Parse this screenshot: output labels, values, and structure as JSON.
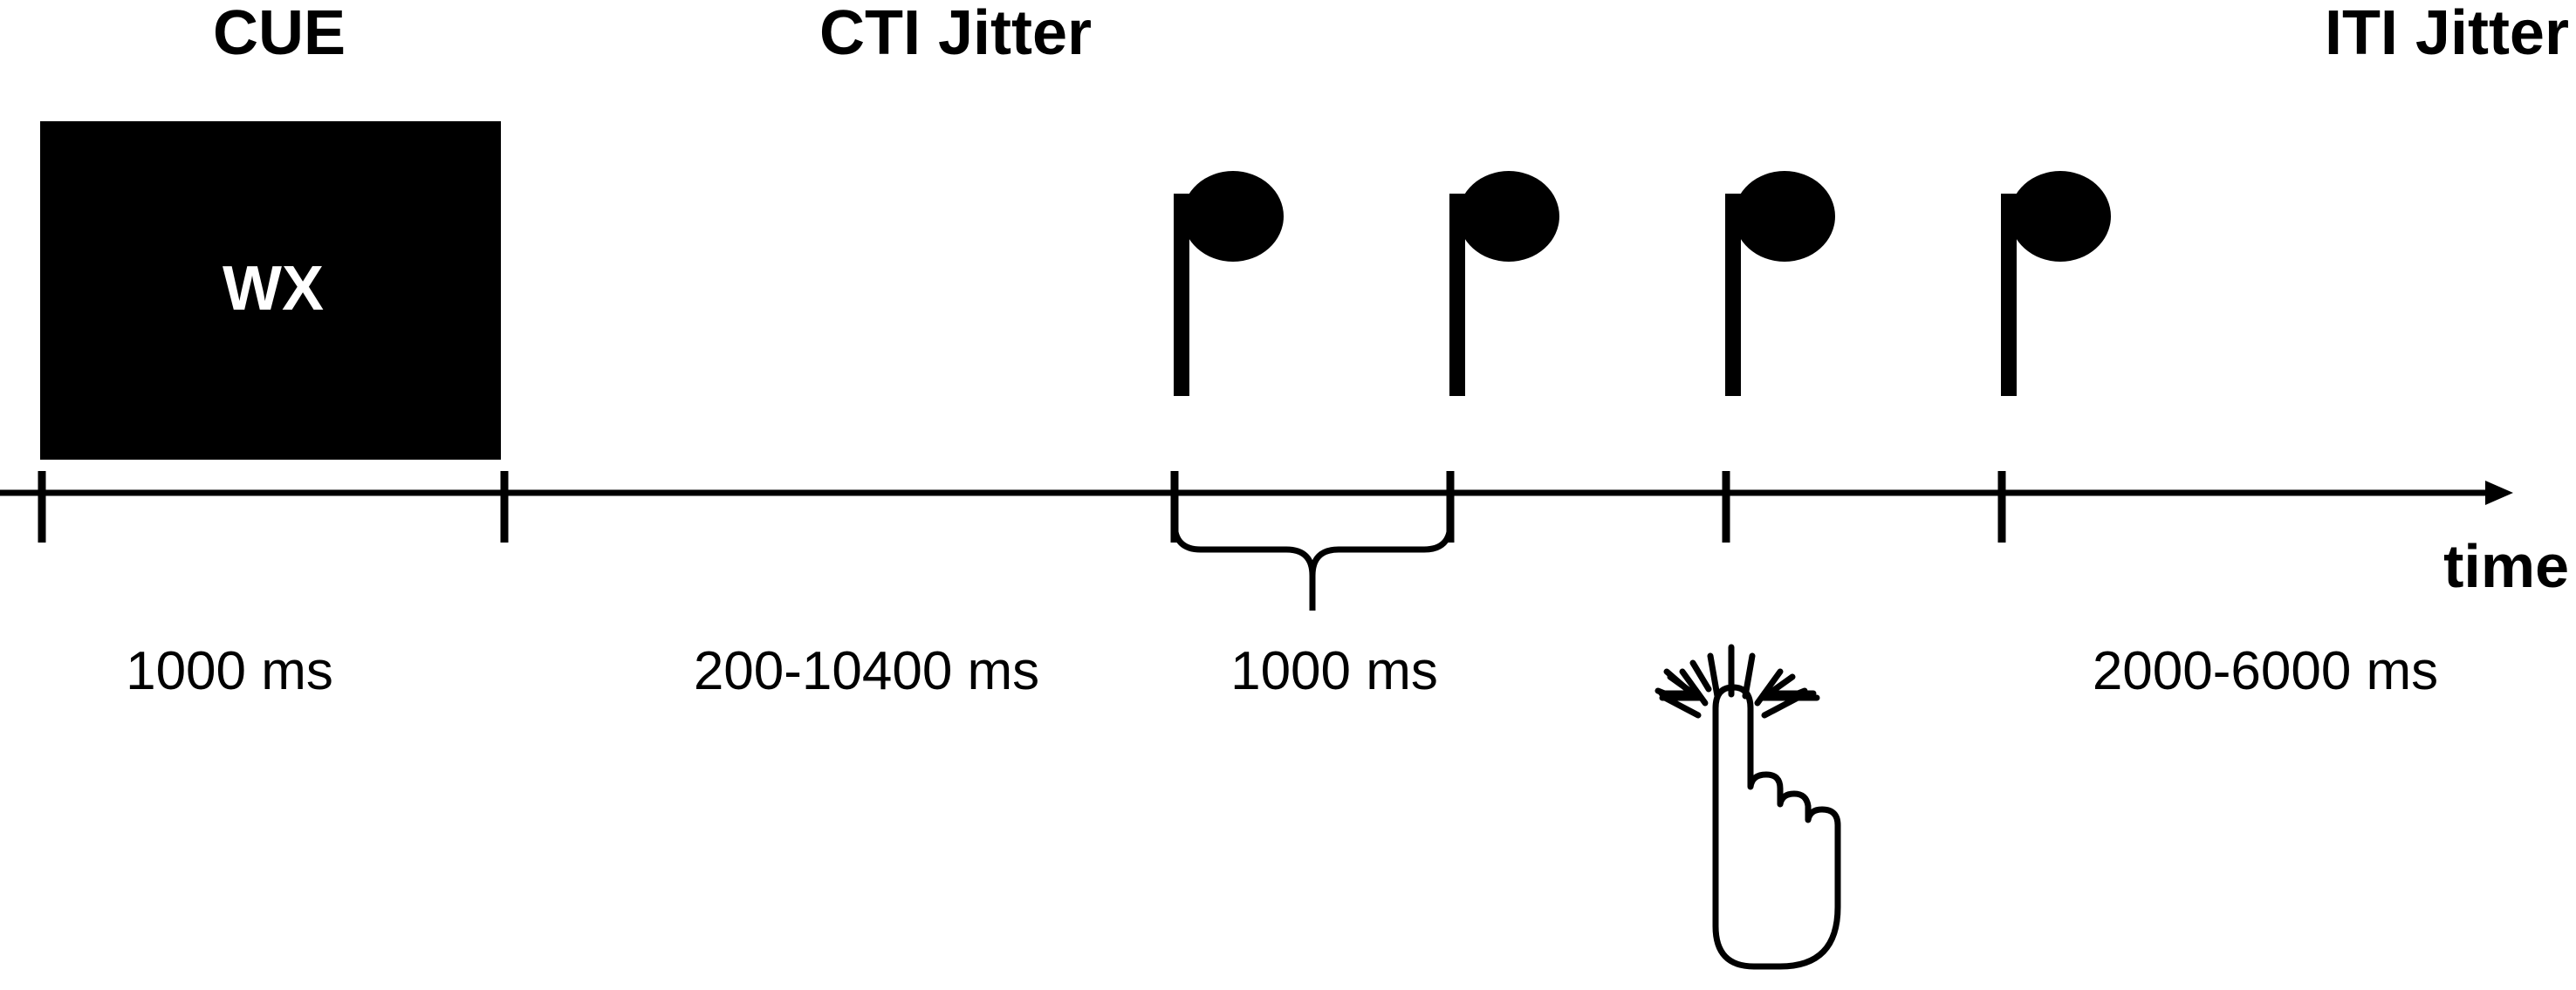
{
  "phases": {
    "cue": "CUE",
    "cti": "CTI Jitter",
    "iti": "ITI Jitter"
  },
  "cue_box": {
    "text": "WX"
  },
  "durations": {
    "cue": "1000 ms",
    "cti": "200-10400 ms",
    "tone_interval": "1000 ms",
    "iti": "2000-6000 ms"
  },
  "axis": {
    "label": "time"
  },
  "icons": {
    "tone": "eighth-note-icon",
    "response": "finger-press-icon"
  },
  "colors": {
    "foreground": "#000000",
    "background": "#ffffff"
  }
}
